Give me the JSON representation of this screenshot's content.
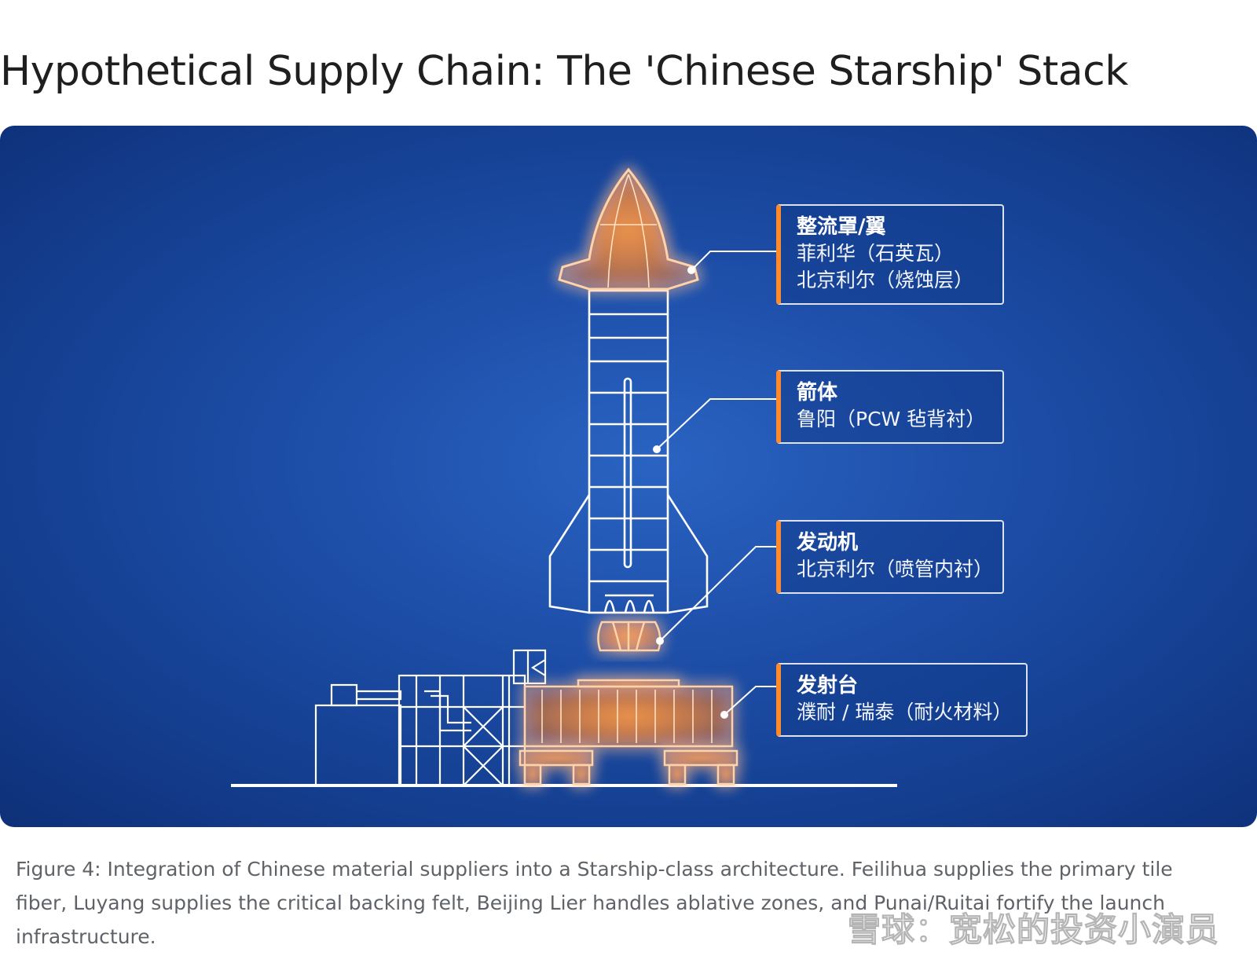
{
  "title": "Hypothetical Supply Chain: The 'Chinese Starship' Stack",
  "diagram": {
    "callouts": [
      {
        "title": "整流罩/翼",
        "lines": [
          "菲利华（石英瓦）",
          "北京利尔（烧蚀层）"
        ]
      },
      {
        "title": "箭体",
        "lines": [
          "鲁阳（PCW 毡背衬）"
        ]
      },
      {
        "title": "发动机",
        "lines": [
          "北京利尔（喷管内衬）"
        ]
      },
      {
        "title": "发射台",
        "lines": [
          "濮耐 / 瑞泰（耐火材料）"
        ]
      }
    ],
    "colors": {
      "background": "#1d4ea8",
      "glow": "#ff8a2b",
      "line": "#ffffff"
    }
  },
  "caption": "Figure 4: Integration of Chinese material suppliers into a Starship-class architecture. Feilihua supplies the primary tile fiber, Luyang supplies the critical backing felt, Beijing Lier handles ablative zones, and Punai/Ruitai fortify the launch infrastructure.",
  "watermark": "雪球：宽松的投资小演员"
}
